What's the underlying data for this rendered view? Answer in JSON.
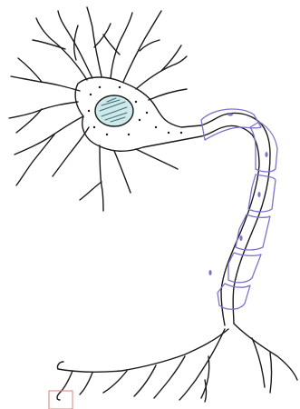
{
  "figure": {
    "subject": "neuron-line-drawing",
    "colors": {
      "ink": "#1a1a1a",
      "nucleus_fill": "#cfe9ea",
      "nucleus_stroke": "#3a6f73",
      "myelin": "#7b74c9",
      "marker": "#d98b8b",
      "background": "#ffffff"
    },
    "myelin_segment_count": 6,
    "terminal_highlight": "small-square-outline"
  }
}
